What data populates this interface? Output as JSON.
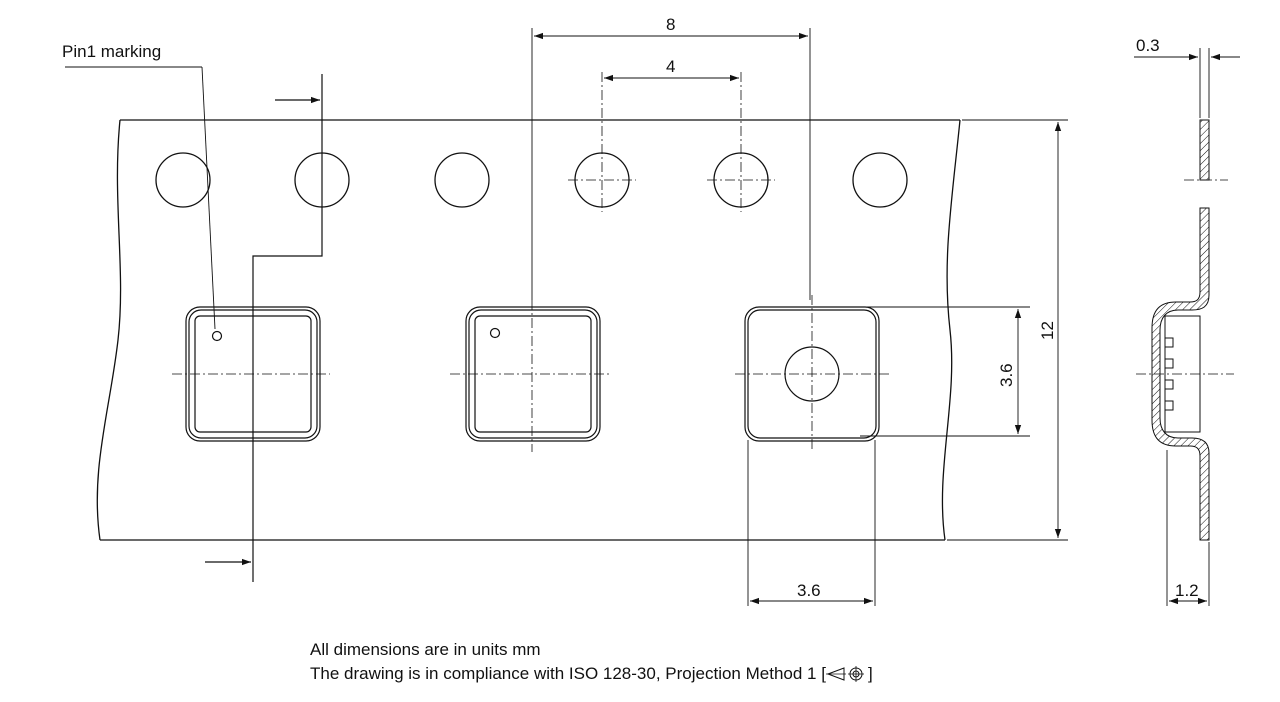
{
  "callouts": {
    "pin1": "Pin1 marking"
  },
  "dimensions": {
    "pitch": "8",
    "hole_pitch": "4",
    "pocket_height": "3.6",
    "pocket_width": "3.6",
    "tape_width": "12",
    "tape_thickness": "0.3",
    "pocket_depth": "1.2"
  },
  "notes": {
    "line1": "All dimensions are in units mm",
    "line2_prefix": "The drawing is in compliance with ISO 128-30, Projection Method 1 [",
    "line2_suffix": "]"
  },
  "colors": {
    "ink": "#111111",
    "paper": "#ffffff"
  }
}
